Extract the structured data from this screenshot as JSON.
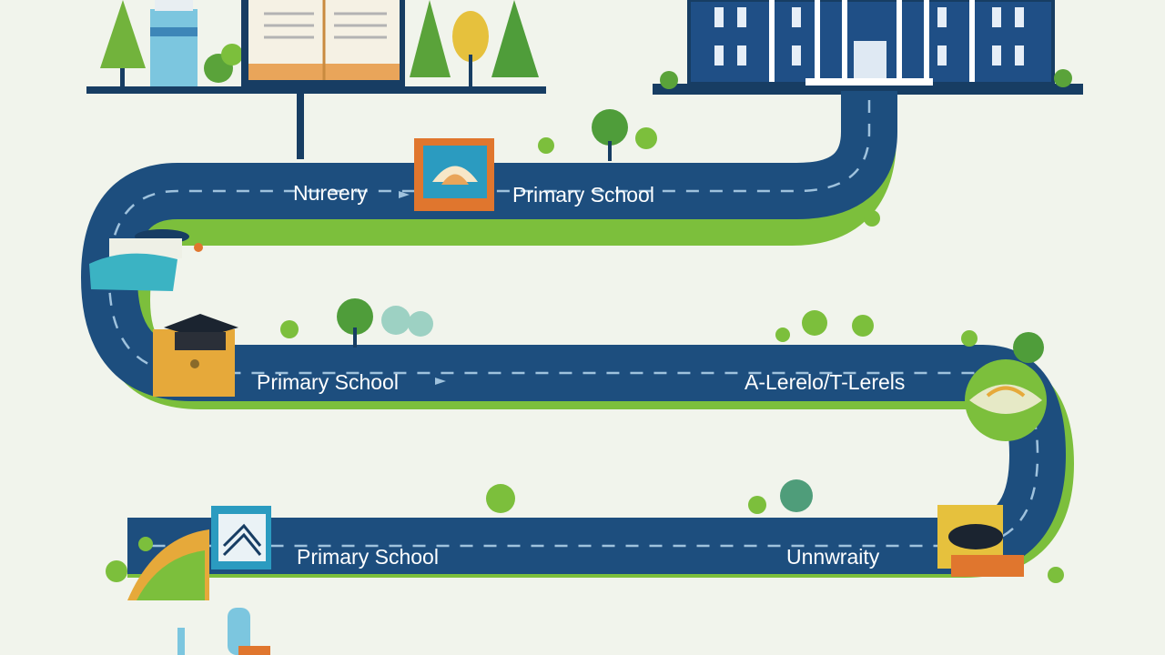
{
  "road": {
    "color": "#1d4e7e",
    "edge_color": "#7cbf3c",
    "dash_color": "#9fc2dd"
  },
  "stages": {
    "row1_left": "Nureery",
    "row1_right": "Primary School",
    "row2_left": "Primary School",
    "row2_right": "A-Lerelo/T-Lerels",
    "row3_left": "Primary School",
    "row3_right": "Unnwraity"
  },
  "icons": {
    "book": "open-book-icon",
    "building": "university-building-icon",
    "cap": "graduation-cap-icon",
    "badge": "lotus-badge-icon",
    "tree": "tree-icon",
    "student": "student-figure-icon"
  }
}
